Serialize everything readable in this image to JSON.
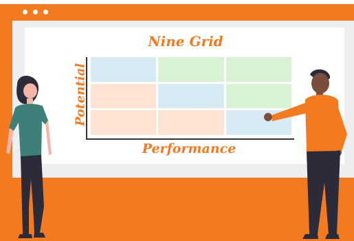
{
  "window": {
    "controls": [
      "dot",
      "dot",
      "dot"
    ]
  },
  "board": {
    "title": "Nine Grid",
    "x_label": "Performance",
    "y_label": "Potential"
  },
  "grid": {
    "rows": 3,
    "cols": 3,
    "cells": [
      {
        "row": 1,
        "col": 1,
        "color": "#d6ebf4"
      },
      {
        "row": 1,
        "col": 2,
        "color": "#d8f2d3"
      },
      {
        "row": 1,
        "col": 3,
        "color": "#d8f2d3"
      },
      {
        "row": 2,
        "col": 1,
        "color": "#fde3d3"
      },
      {
        "row": 2,
        "col": 2,
        "color": "#d6ebf4"
      },
      {
        "row": 2,
        "col": 3,
        "color": "#d8f2d3"
      },
      {
        "row": 3,
        "col": 1,
        "color": "#fde3d3"
      },
      {
        "row": 3,
        "col": 2,
        "color": "#fde3d3"
      },
      {
        "row": 3,
        "col": 3,
        "color": "#d6ebf4"
      }
    ]
  },
  "colors": {
    "accent": "#f47a1f",
    "window_body": "#eeeeee",
    "board": "#ffffff",
    "axis": "#333333",
    "woman_shirt": "#3f7f7a",
    "pants": "#2b2b3a",
    "man_shirt": "#f47a1f",
    "skin_light": "#f3b7a8",
    "skin_dark": "#7a4e3e"
  }
}
